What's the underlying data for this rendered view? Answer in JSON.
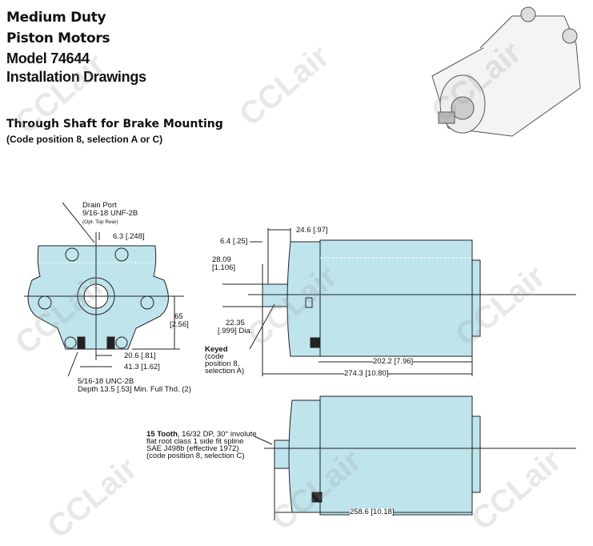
{
  "header": {
    "line1": "Medium Duty",
    "line2": "Piston Motors",
    "line3": "Model 74644",
    "line4": "Installation Drawings",
    "section_title": "Through Shaft for Brake Mounting",
    "section_subtitle": "(Code position 8, selection A or C)"
  },
  "front_view": {
    "drain_port": "Drain Port",
    "drain_thread": "9/16-18 UNF-2B",
    "drain_note": "(Opt. Top Rear)",
    "dim_offset": "6.3 [.248]",
    "dim_height": "65",
    "dim_height_in": "[2.56]",
    "dim_half": "20.6 [.81]",
    "dim_full": "41.3 [1.62]",
    "thread": "5/16-18 UNC-2B",
    "thread_depth": "Depth 13.5 [.53] Min. Full Thd. (2)"
  },
  "side_view_keyed": {
    "dim_flange": "24.6 [.97]",
    "dim_step": "6.4 [.25]",
    "dim_key": "28.09",
    "dim_key_in": "[1.106]",
    "dim_dia": "22.35",
    "dim_dia_in": "[.999] Dia.",
    "keyed_title": "Keyed",
    "keyed_note1": "(code",
    "keyed_note2": "position 8,",
    "keyed_note3": "selection A)",
    "dim_body": "202.2 [7.96]",
    "dim_overall": "274.3 [10.80]"
  },
  "side_view_spline": {
    "spline_title": "15 Tooth",
    "spline_line1": ", 16/32 DP, 30° involute",
    "spline_line2": "flat root class 1 side fit spline",
    "spline_line3": "SAE J498b (effective 1972)",
    "spline_line4": "(code position 8, selection C)",
    "dim_overall": "258.6 [10.18]"
  },
  "watermark": "CCLair",
  "colors": {
    "fill": "#bfe4ec",
    "line": "#222222"
  }
}
